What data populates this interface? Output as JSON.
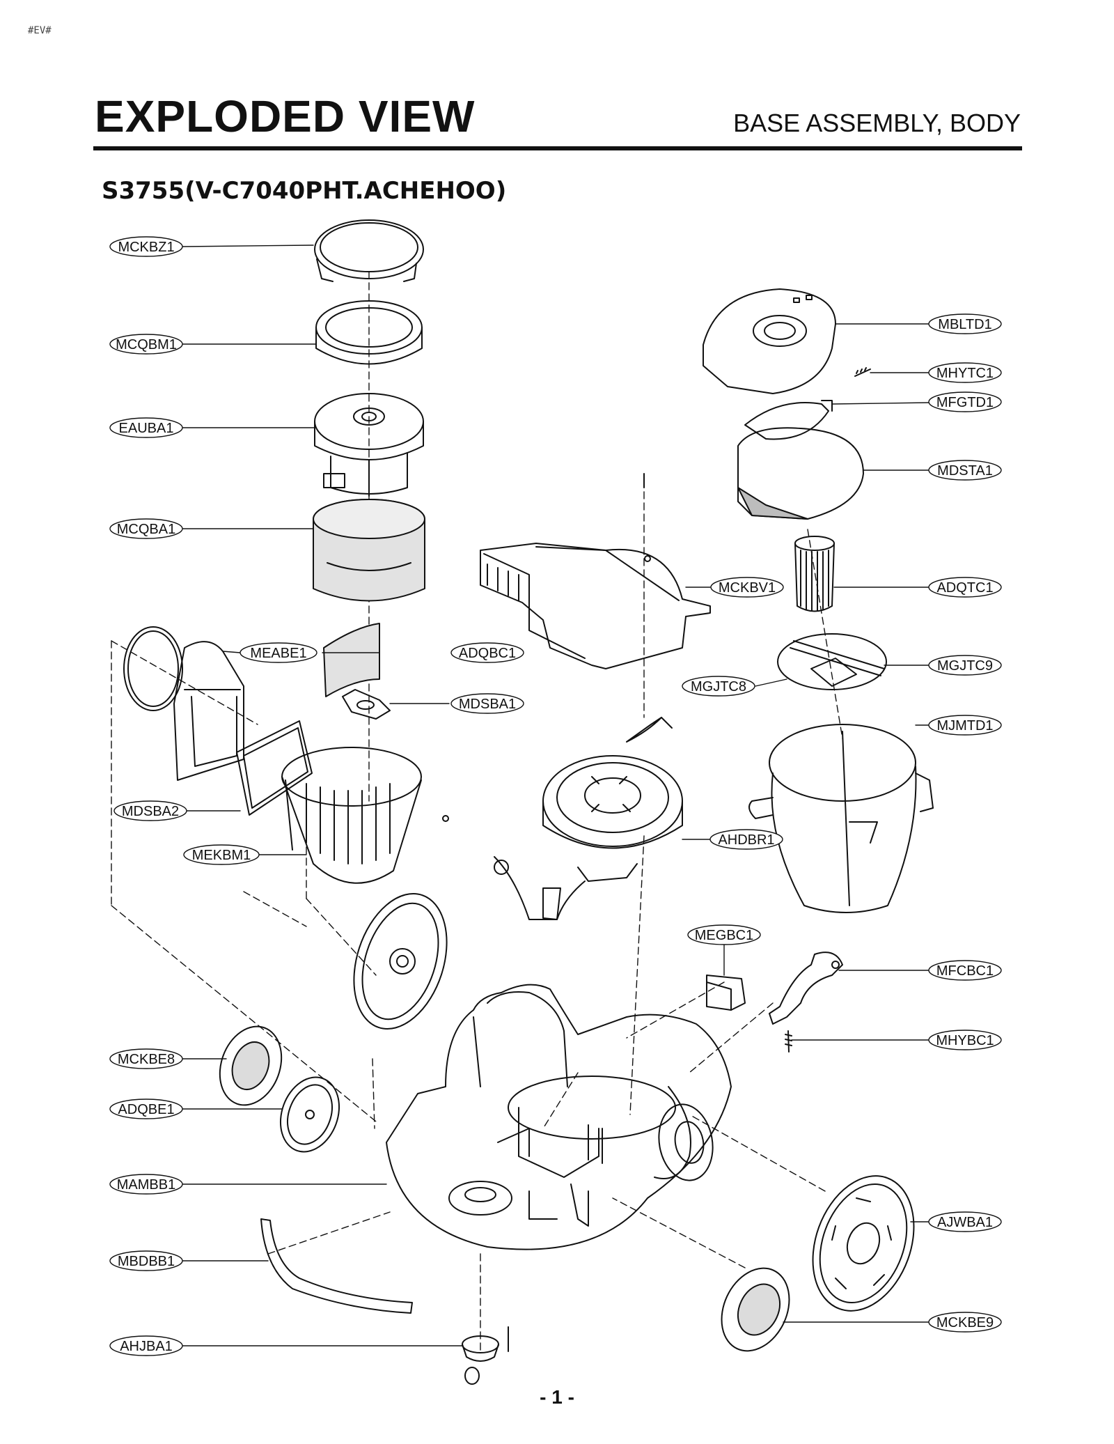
{
  "header": {
    "tag": "#EV#",
    "title": "EXPLODED VIEW",
    "subtitle": "BASE ASSEMBLY, BODY",
    "model": "S3755(V-C7040PHT.ACHEHOO)"
  },
  "labels": {
    "MCKBZ1": "MCKBZ1",
    "MCQBM1": "MCQBM1",
    "EAUBA1": "EAUBA1",
    "MCQBA1": "MCQBA1",
    "MEABE1": "MEABE1",
    "ADQBC1": "ADQBC1",
    "MDSBA1": "MDSBA1",
    "MDSBA2": "MDSBA2",
    "MEKBM1": "MEKBM1",
    "MCKBE8": "MCKBE8",
    "ADQBE1": "ADQBE1",
    "MAMBB1": "MAMBB1",
    "MBDBB1": "MBDBB1",
    "AHJBA1": "AHJBA1",
    "MBLTD1": "MBLTD1",
    "MHYTC1": "MHYTC1",
    "MFGTD1": "MFGTD1",
    "MDSTA1": "MDSTA1",
    "ADQTC1": "ADQTC1",
    "MCKBV1": "MCKBV1",
    "MGJTC9": "MGJTC9",
    "MGJTC8": "MGJTC8",
    "MJMTD1": "MJMTD1",
    "AHDBR1": "AHDBR1",
    "MEGBC1": "MEGBC1",
    "MFCBC1": "MFCBC1",
    "MHYBC1": "MHYBC1",
    "AJWBA1": "AJWBA1",
    "MCKBE9": "MCKBE9"
  },
  "footer": {
    "page": "- 1 -"
  }
}
